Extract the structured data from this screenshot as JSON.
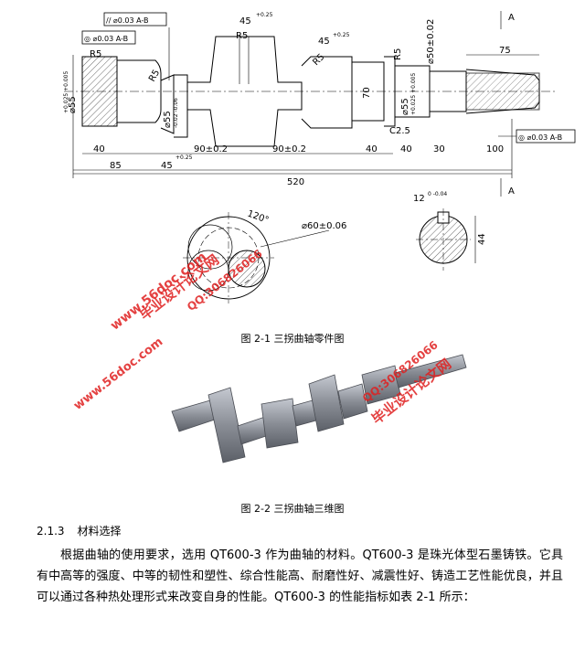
{
  "drawing": {
    "section_marks": [
      "A",
      "A"
    ],
    "dims": {
      "r5_left": "R5",
      "dia55_left": "⌀55",
      "dia55_left_tol": "+0.025 +0.005",
      "r5_2": "R5",
      "angle45_top": "45",
      "angle45_top_tol": "+0.25",
      "r5_3": "R5",
      "angle45_mid": "45",
      "angle45_mid_tol": "+0.25",
      "r5_4": "R5",
      "r5_5": "R5",
      "dia50": "⌀50±0.02",
      "dia55_mid": "⌀55",
      "dia55_mid_tol": "-0.02 -0.06",
      "dia55_right": "⌀55",
      "dia55_right_tol": "+0.025 +0.005",
      "d70": "70",
      "c25": "C2.5",
      "d75": "75",
      "d40a": "40",
      "d85": "85",
      "d45_bottom": "45",
      "d45_bottom_tol": "+0.25",
      "d90a": "90±0.2",
      "d90b": "90±0.2",
      "d40b": "40",
      "d40c": "40",
      "d30": "30",
      "d100": "100",
      "d520": "520",
      "angle120": "120°",
      "dia60": "⌀60±0.06",
      "key12": "12",
      "key12_tol": "0 -0.04",
      "d44": "44"
    },
    "tol_frames": {
      "parallel": "// ⌀0.03 A-B",
      "runout_left": "◎ ⌀0.03 A-B",
      "runout_right": "◎ ⌀0.03 A-B"
    }
  },
  "captions": {
    "fig1": "图 2-1  三拐曲轴零件图",
    "fig2": "图 2-2  三拐曲轴三维图"
  },
  "section": {
    "number": "2.1.3",
    "title": "材料选择"
  },
  "paragraph": "根据曲轴的使用要求，选用 QT600-3 作为曲轴的材料。QT600-3 是珠光体型石墨铸铁。它具有中高等的强度、中等的韧性和塑性、综合性能高、耐磨性好、减震性好、铸造工艺性能优良，并且可以通过各种热处理形式来改变自身的性能。QT600-3 的性能指标如表 2-1 所示：",
  "watermarks": {
    "site1": "www.56doc.com",
    "site2": "www.56doc.com",
    "qq1": "QQ:306826066",
    "qq2": "QQ:306826066",
    "brand1": "毕业设计论文网",
    "brand2": "毕业设计论文网"
  },
  "colors": {
    "watermark_red": "#e02020",
    "part_gray": "#8a8e96"
  }
}
